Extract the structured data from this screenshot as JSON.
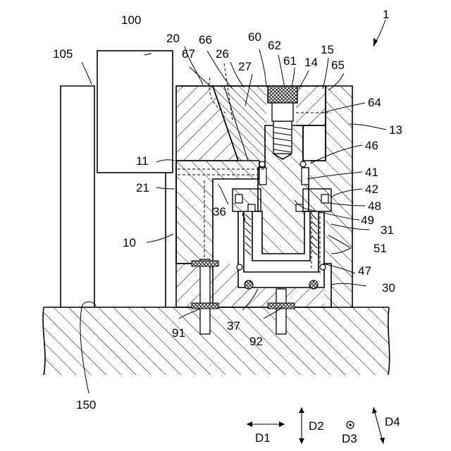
{
  "figure": {
    "assembly_ref": "1",
    "refs": {
      "r100": "100",
      "r105": "105",
      "r20": "20",
      "r66": "66",
      "r67": "67",
      "r26": "26",
      "r60": "60",
      "r62": "62",
      "r27": "27",
      "r61": "61",
      "r14": "14",
      "r15": "15",
      "r65": "65",
      "r64": "64",
      "r13": "13",
      "r46": "46",
      "r11": "11",
      "r41": "41",
      "r21": "21",
      "r42": "42",
      "r36": "36",
      "r48": "48",
      "r49": "49",
      "r31": "31",
      "r10": "10",
      "r51": "51",
      "r47": "47",
      "r30": "30",
      "r37": "37",
      "r91": "91",
      "r92": "92",
      "r150": "150"
    },
    "directions": {
      "d1": "D1",
      "d2": "D2",
      "d3": "D3",
      "d4": "D4"
    }
  }
}
